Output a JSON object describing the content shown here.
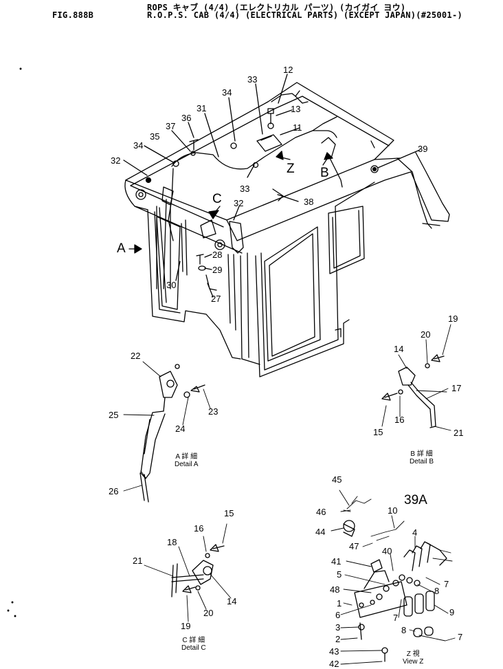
{
  "header": {
    "fig_no": "FIG.888B",
    "title_jp": "ROPS キャブ (4/4) (エレクトリカル パーツ) (カイガイ ヨウ)",
    "title_en": "R.O.P.S. CAB (4/4) (ELECTRICAL PARTS) (EXCEPT JAPAN)(#25001-)"
  },
  "view_letters": {
    "a": "A",
    "b": "B",
    "c": "C",
    "z": "Z"
  },
  "details": {
    "a": {
      "jp": "A 詳 細",
      "en": "Detail A"
    },
    "b": {
      "jp": "B 詳 細",
      "en": "Detail B"
    },
    "c": {
      "jp": "C 詳 細",
      "en": "Detail C"
    },
    "z": {
      "jp": "Z 視",
      "en": "View Z"
    }
  },
  "callouts": {
    "main": [
      "12",
      "13",
      "11",
      "33",
      "34",
      "31",
      "36",
      "37",
      "35",
      "34",
      "32",
      "33",
      "38",
      "32",
      "39",
      "28",
      "29",
      "30",
      "27"
    ],
    "detail_a": [
      "22",
      "23",
      "24",
      "25",
      "26"
    ],
    "detail_b": [
      "19",
      "20",
      "14",
      "17",
      "16",
      "15",
      "21"
    ],
    "detail_c": [
      "15",
      "16",
      "18",
      "21",
      "14",
      "20",
      "19"
    ],
    "view_z": [
      "45",
      "39A",
      "46",
      "10",
      "44",
      "4",
      "47",
      "40",
      "41",
      "7",
      "5",
      "8",
      "48",
      "9",
      "1",
      "6",
      "7",
      "3",
      "8",
      "7",
      "2",
      "43",
      "42"
    ]
  }
}
